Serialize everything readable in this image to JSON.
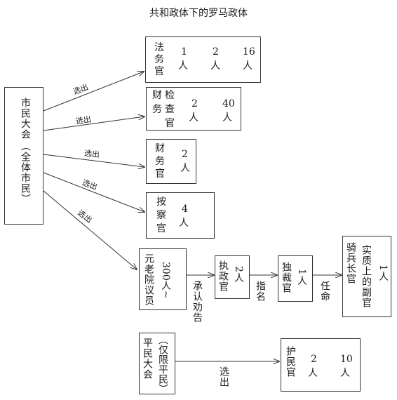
{
  "title": "共和政体下的罗马政体",
  "assembly": {
    "name": "市民大会",
    "note": "（全体市民）"
  },
  "edge_label": "选出",
  "magistrates": {
    "praetor": {
      "name_1": "法",
      "name_2": "务",
      "name_3": "官",
      "n1": "1",
      "n2": "2",
      "n3": "16",
      "unit": "人"
    },
    "censor": {
      "name_1": "财",
      "name_2": "检",
      "name_3": "务",
      "name_4": "查",
      "name_5": "官",
      "n1": "2",
      "n2": "40",
      "unit": "人"
    },
    "quaestor": {
      "name_1": "财",
      "name_2": "务",
      "name_3": "官",
      "n1": "2",
      "unit": "人"
    },
    "aedile": {
      "name_1": "按",
      "name_2": "察",
      "name_3": "官",
      "n1": "4",
      "unit": "人"
    }
  },
  "senate": {
    "name": "元老院议员",
    "count": "300人~"
  },
  "consul": {
    "name": "执政官",
    "count": "2人"
  },
  "dictator": {
    "name": "独裁官",
    "count": "1人"
  },
  "master": {
    "name_a": "骑兵长官",
    "name_b": "实质上的副官",
    "count": "1人"
  },
  "edges_mid": {
    "senate_consul": "承认劝告",
    "consul_dictator": "指名",
    "dictator_master": "任命"
  },
  "plebs": {
    "name": "平民大会",
    "note": "（仅限平民）"
  },
  "tribune": {
    "name": "护民官",
    "n1": "2",
    "n2": "10",
    "unit": "人"
  }
}
